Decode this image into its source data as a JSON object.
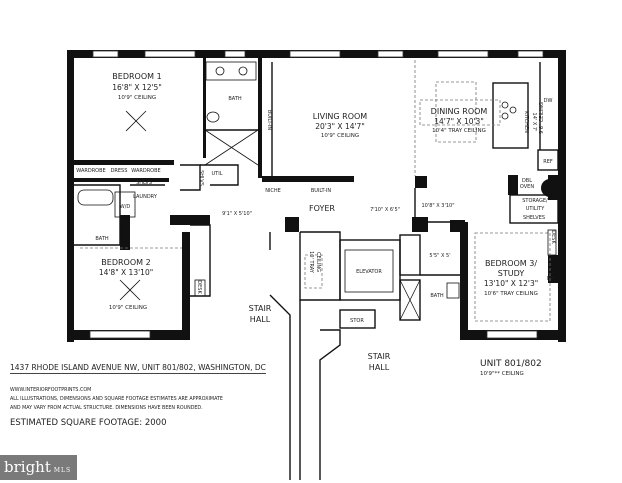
{
  "rooms": {
    "bedroom1": {
      "name": "BEDROOM 1",
      "dims": "16'8\" X 12'5\"",
      "ceiling": "10'9\" CEILING"
    },
    "living": {
      "name": "LIVING ROOM",
      "dims": "20'3\" X 14'7\"",
      "ceiling": "10'9\" CEILING"
    },
    "dining": {
      "name": "DINING ROOM",
      "dims": "14'7\" X 10'3\"",
      "ceiling": "10'4\" TRAY CEILING"
    },
    "kitchen": {
      "name": "KITCHEN",
      "dims": "14' X 7'",
      "ceiling": "9'6\" CEILING"
    },
    "bedroom2": {
      "name": "BEDROOM 2",
      "dims": "14'8\" X 13'10\"",
      "ceiling": "10'9\" CEILING"
    },
    "bedroom3": {
      "name1": "BEDROOM 3/",
      "name2": "STUDY",
      "dims": "13'10\" X 12'3\"",
      "ceiling": "10'6\" TRAY CEILING"
    },
    "foyer": {
      "name": "FOYER"
    }
  },
  "labels": {
    "bath": "BATH",
    "built_in": "BUILT-IN",
    "niche": "NICHE",
    "util": "UTIL",
    "shlvs": "SHLVS",
    "wardrobe": "WARDROBE",
    "dress": "DRESS",
    "laundry": "LAUNDRY",
    "wd": "W/D",
    "hall_dims1": "9'1\" X 5'10\"",
    "hall_dims2": "7'10\" X 6'5\"",
    "hall_dims3": "10'8\" X 3'10\"",
    "hall_dims4": "5'5\" X 5'",
    "dw": "DW",
    "ref": "REF",
    "dbl": "DBL",
    "oven": "OVEN",
    "storage1": "STORAGE/",
    "storage2": "UTILITY",
    "shelves": "SHELVES",
    "desk": "DESK",
    "fp": "FP",
    "elevator": "ELEVATOR",
    "tray1": "10' TRAY",
    "tray2": "CEILING",
    "stor": "STOR",
    "stair": "STAIR",
    "hall": "HALL",
    "unit": "UNIT 801/802",
    "unit_ceiling": "10'9\"** CEILING"
  },
  "footer": {
    "address": "1437 RHODE ISLAND AVENUE NW, UNIT 801/802, WASHINGTON, DC",
    "website": "WWW.INTERIORFOOTPRINTS.COM",
    "disclaimer1": "ALL ILLUSTRATIONS, DIMENSIONS AND SQUARE FOOTAGE ESTIMATES ARE APPROXIMATE",
    "disclaimer2": "AND MAY VARY FROM ACTUAL STRUCTURE. DIMENSIONS HAVE BEEN ROUNDED.",
    "sqft": "ESTIMATED SQUARE FOOTAGE: 2000"
  },
  "logo": {
    "text": "bright",
    "sub": "MLS"
  }
}
